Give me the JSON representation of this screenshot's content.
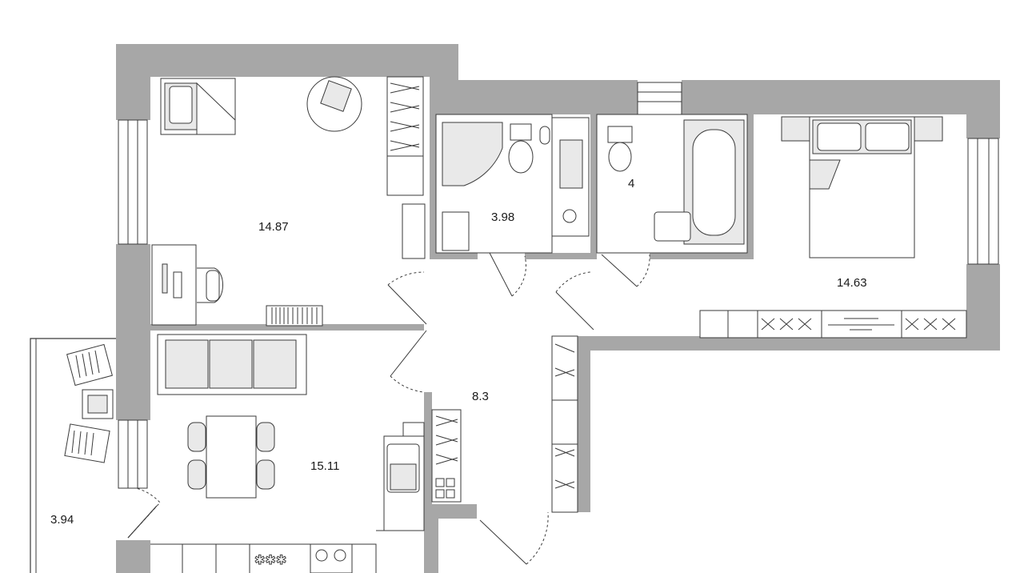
{
  "rooms": [
    {
      "id": "room-living-top",
      "area": "14.87"
    },
    {
      "id": "room-bath-1",
      "area": "3.98"
    },
    {
      "id": "room-bath-2",
      "area": "4"
    },
    {
      "id": "room-bedroom",
      "area": "14.63"
    },
    {
      "id": "room-hall",
      "area": "8.3"
    },
    {
      "id": "room-kitchen",
      "area": "15.11"
    },
    {
      "id": "room-balcony",
      "area": "3.94"
    }
  ],
  "colors": {
    "wall": "#a7a7a7",
    "furniture_fill": "#e9e9e9",
    "line": "#3a3a3a"
  }
}
